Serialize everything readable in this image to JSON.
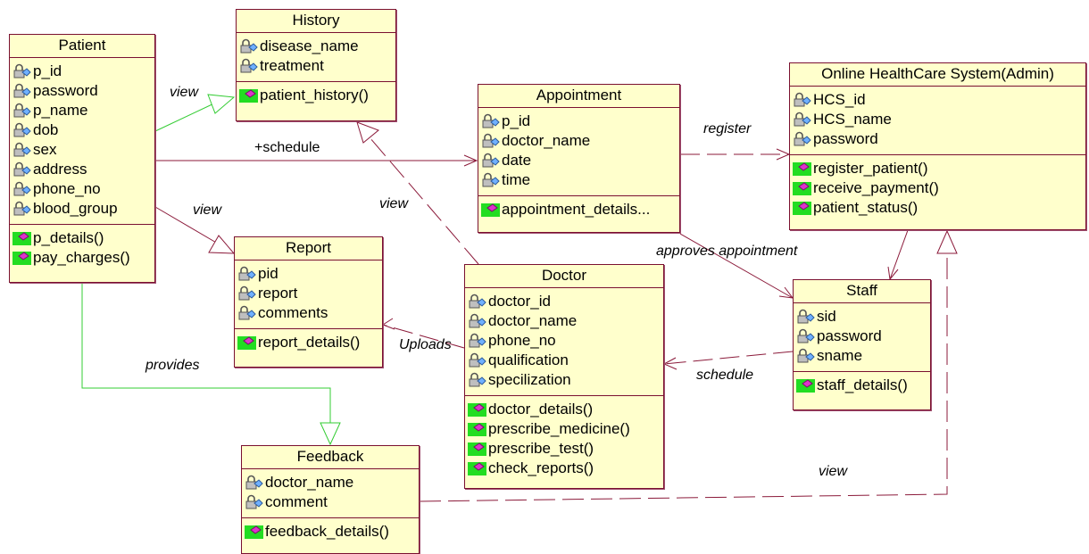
{
  "classes": {
    "history": {
      "name": "History",
      "attributes": [
        "disease_name",
        "treatment"
      ],
      "operations": [
        "patient_history()"
      ]
    },
    "patient": {
      "name": "Patient",
      "attributes": [
        "p_id",
        "password",
        "p_name",
        "dob",
        "sex",
        "address",
        "phone_no",
        "blood_group"
      ],
      "operations": [
        "p_details()",
        "pay_charges()"
      ]
    },
    "appointment": {
      "name": "Appointment",
      "attributes": [
        "p_id",
        "doctor_name",
        "date",
        "time"
      ],
      "operations": [
        "appointment_details..."
      ]
    },
    "admin": {
      "name": "Online HealthCare System(Admin)",
      "attributes": [
        "HCS_id",
        "HCS_name",
        "password"
      ],
      "operations": [
        "register_patient()",
        "receive_payment()",
        "patient_status()"
      ]
    },
    "report": {
      "name": "Report",
      "attributes": [
        "pid",
        "report",
        "comments"
      ],
      "operations": [
        "report_details()"
      ]
    },
    "doctor": {
      "name": "Doctor",
      "attributes": [
        "doctor_id",
        "doctor_name",
        "phone_no",
        "qualification",
        "specilization"
      ],
      "operations": [
        "doctor_details()",
        "prescribe_medicine()",
        "prescribe_test()",
        "check_reports()"
      ]
    },
    "staff": {
      "name": "Staff",
      "attributes": [
        "sid",
        "password",
        "sname"
      ],
      "operations": [
        "staff_details()"
      ]
    },
    "feedback": {
      "name": "Feedback",
      "attributes": [
        "doctor_name",
        "comment"
      ],
      "operations": [
        "feedback_details()"
      ]
    }
  },
  "labels": {
    "view_patient_history": "view",
    "schedule": "+schedule",
    "view_patient_report": "view",
    "view_doctor_history": "view",
    "register": "register",
    "approves": "approves appointment",
    "uploads": "Uploads",
    "schedule_staff": "schedule",
    "provides": "provides",
    "view_feedback_admin": "view"
  },
  "colors": {
    "class_fill": "#ffffcc",
    "class_border": "#7a1030",
    "association": "#8b1a3a",
    "green_link": "#33cc33"
  }
}
